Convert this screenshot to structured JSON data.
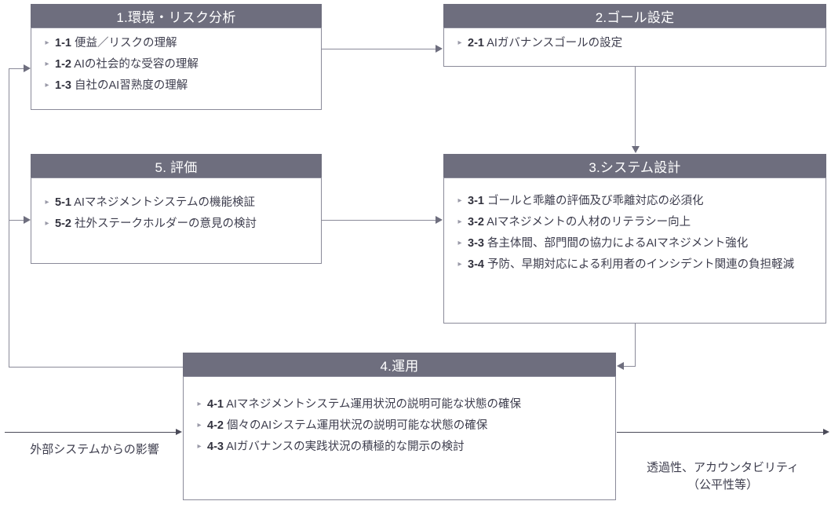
{
  "diagram": {
    "title": "AI governance process diagram",
    "colors": {
      "header_bg": "#6e6e7e",
      "box_border": "#8a8a99",
      "connector": "#6e6e7e",
      "outer_arrow": "#4a4a58",
      "text": "#3d3d4d"
    },
    "bullet_glyph": "▸"
  },
  "boxes": [
    {
      "id": "box1",
      "title": "1.環境・リスク分析",
      "items": [
        {
          "num": "1-1",
          "text": "便益／リスクの理解"
        },
        {
          "num": "1-2",
          "text": "AIの社会的な受容の理解"
        },
        {
          "num": "1-3",
          "text": "自社のAI習熟度の理解"
        }
      ]
    },
    {
      "id": "box2",
      "title": "2.ゴール設定",
      "items": [
        {
          "num": "2-1",
          "text": "AIガバナンスゴールの設定"
        }
      ]
    },
    {
      "id": "box5",
      "title": "5. 評価",
      "items": [
        {
          "num": "5-1",
          "text": "AIマネジメントシステムの機能検証"
        },
        {
          "num": "5-2",
          "text": "社外ステークホルダーの意見の検討"
        }
      ]
    },
    {
      "id": "box3",
      "title": "3.システム設計",
      "items": [
        {
          "num": "3-1",
          "text": "ゴールと乖離の評価及び乖離対応の必須化"
        },
        {
          "num": "3-2",
          "text": "AIマネジメントの人材のリテラシー向上"
        },
        {
          "num": "3-3",
          "text": "各主体間、部門間の協力によるAIマネジメント強化"
        },
        {
          "num": "3-4",
          "text": "予防、早期対応による利用者のインシデント関連の負担軽減"
        }
      ]
    },
    {
      "id": "box4",
      "title": "4.運用",
      "items": [
        {
          "num": "4-1",
          "text": "AIマネジメントシステム運用状況の説明可能な状態の確保"
        },
        {
          "num": "4-2",
          "text": "個々のAIシステム運用状況の説明可能な状態の確保"
        },
        {
          "num": "4-3",
          "text": "AIガバナンスの実践状況の積極的な開示の検討"
        }
      ]
    }
  ],
  "captions": {
    "left": "外部システムからの影響",
    "right_line1": "透過性、アカウンタビリティ",
    "right_line2": "（公平性等）"
  }
}
